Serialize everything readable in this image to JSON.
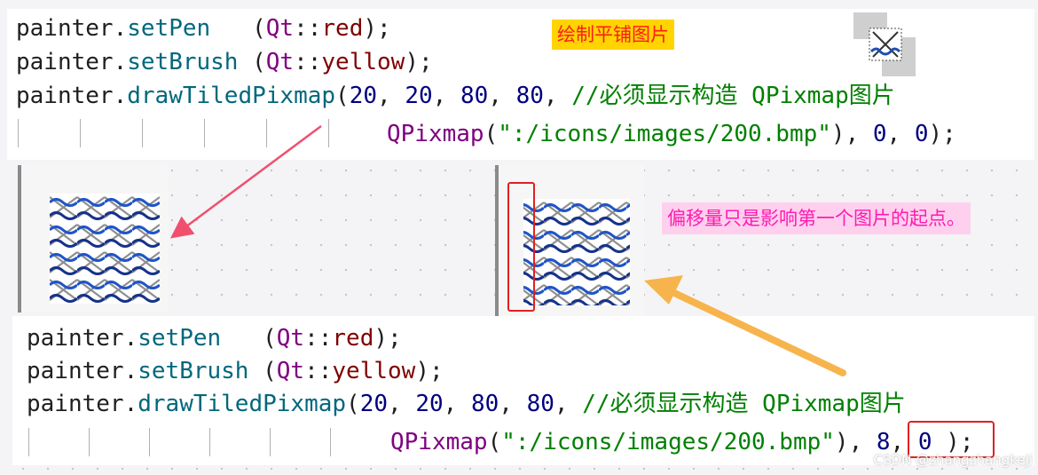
{
  "top_snippet": {
    "line1": {
      "obj": "painter",
      "dot": ".",
      "method": "setPen",
      "pad": "   ",
      "open": "(",
      "ns": "Qt",
      "sep": "::",
      "value": "red",
      "close": ");"
    },
    "line2": {
      "obj": "painter",
      "dot": ".",
      "method": "setBrush",
      "pad": " ",
      "open": "(",
      "ns": "Qt",
      "sep": "::",
      "value": "yellow",
      "close": ");"
    },
    "line3": {
      "obj": "painter",
      "dot": ".",
      "method": "drawTiledPixmap",
      "open": "(",
      "x": "20",
      "y": "20",
      "w": "80",
      "h": "80",
      "comma": ", ",
      "trail": ", ",
      "comment": "//必须显示构造 QPixmap图片"
    },
    "line4": {
      "cls": "QPixmap",
      "open": "(",
      "path": "\":/icons/images/200.bmp\"",
      "close": ")",
      "comma": ", ",
      "sx": "0",
      "sy": "0",
      "end": ");"
    }
  },
  "bottom_snippet": {
    "line1": {
      "obj": "painter",
      "dot": ".",
      "method": "setPen",
      "pad": "   ",
      "open": "(",
      "ns": "Qt",
      "sep": "::",
      "value": "red",
      "close": ");"
    },
    "line2": {
      "obj": "painter",
      "dot": ".",
      "method": "setBrush",
      "pad": " ",
      "open": "(",
      "ns": "Qt",
      "sep": "::",
      "value": "yellow",
      "close": ");"
    },
    "line3": {
      "obj": "painter",
      "dot": ".",
      "method": "drawTiledPixmap",
      "open": "(",
      "x": "20",
      "y": "20",
      "w": "80",
      "h": "80",
      "comma": ", ",
      "trail": ", ",
      "comment": "//必须显示构造 QPixmap图片"
    },
    "line4": {
      "cls": "QPixmap",
      "open": "(",
      "path": "\":/icons/images/200.bmp\"",
      "close": ")",
      "comma": ", ",
      "sx": "8",
      "sy": "0",
      "end": " );"
    }
  },
  "annotations": {
    "title_label": "绘制平铺图片",
    "offset_note": "偏移量只是影响第一个图片的起点。"
  },
  "watermark": "CSDN @zhangzhangkeji",
  "colors": {
    "title_bg": "#ffd400",
    "title_fg": "#ff1a1a",
    "note_bg": "#ffd0ee",
    "note_fg": "#ff1ab0",
    "arrow_red": "#f0506e",
    "arrow_orange": "#f7b44c",
    "highlight_box": "#e02020"
  }
}
